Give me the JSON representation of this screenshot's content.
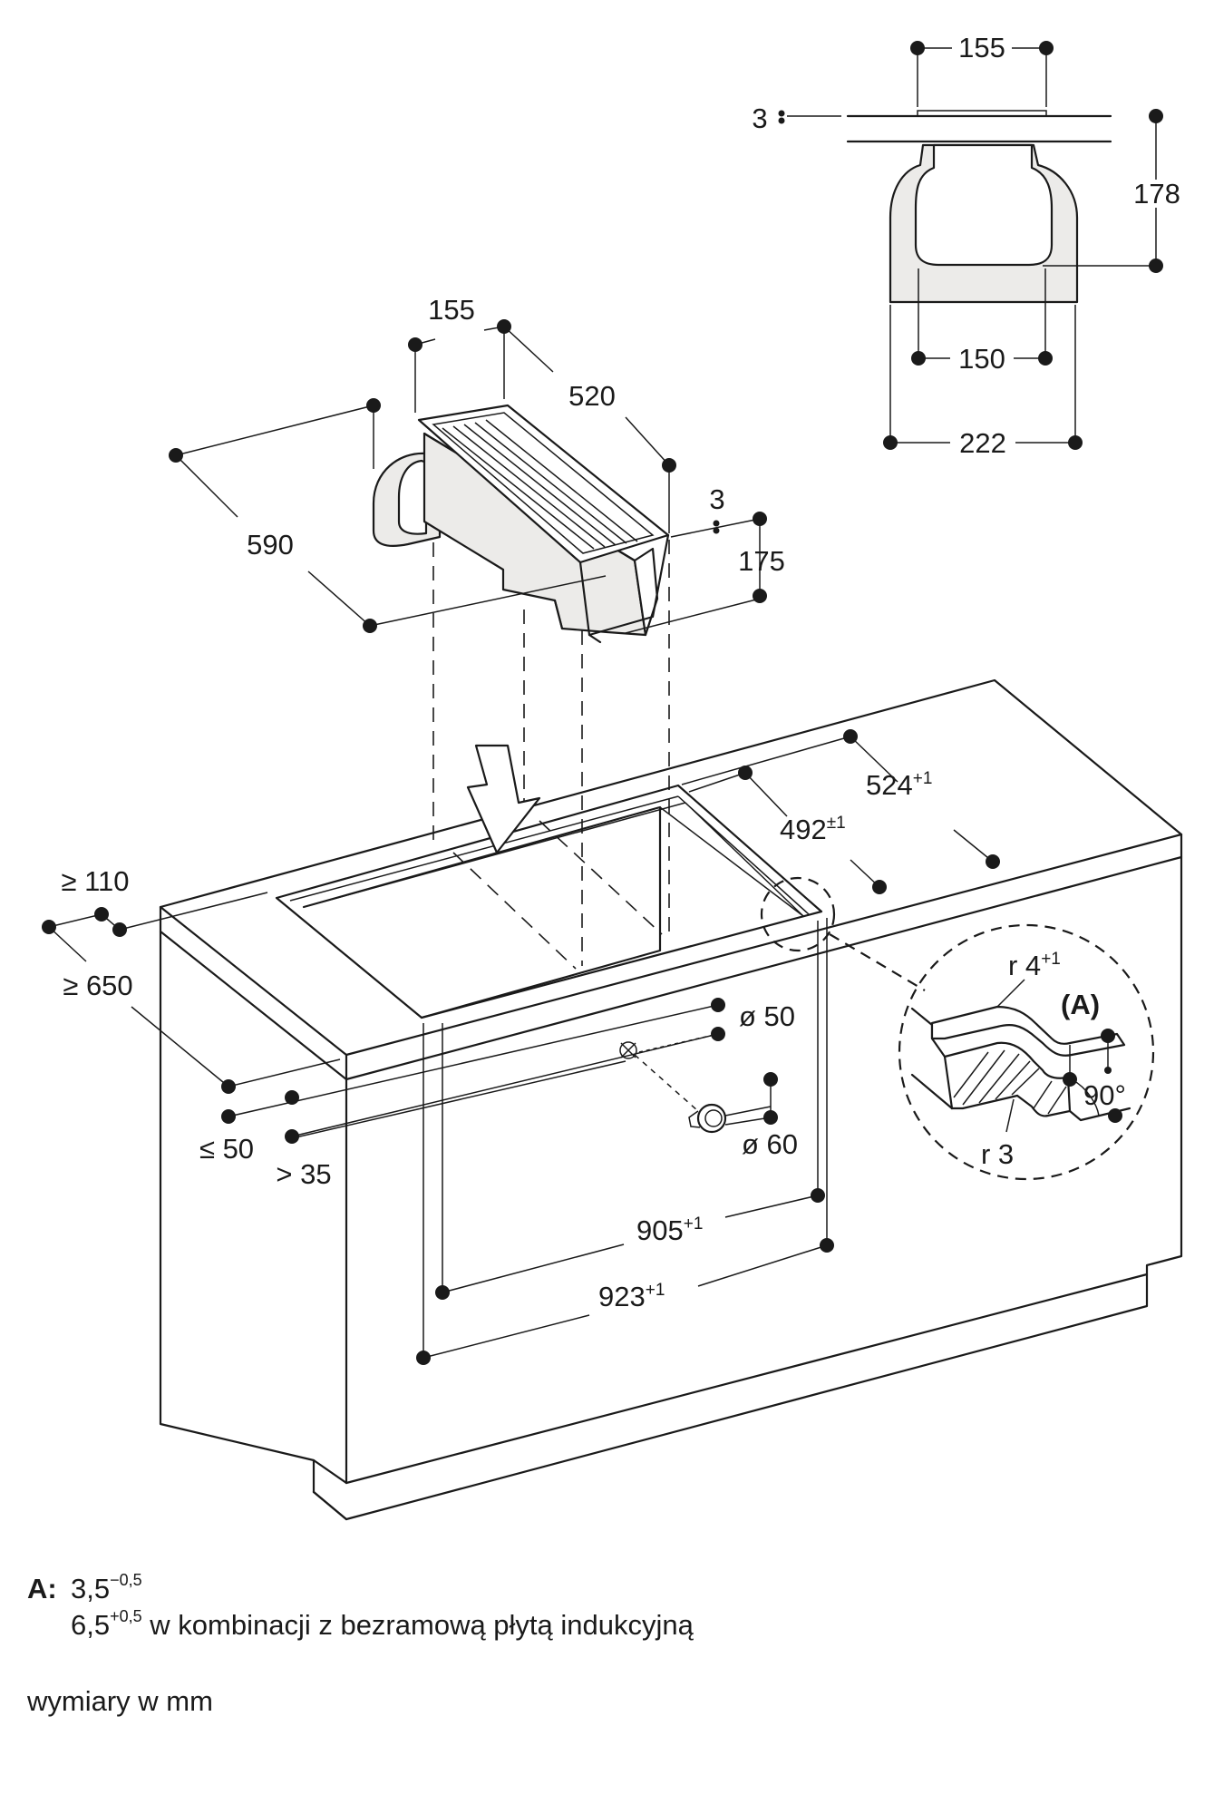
{
  "vent_unit": {
    "width": "155",
    "length": "520",
    "depth": "590",
    "flange": "3",
    "height": "175"
  },
  "section": {
    "top_width": "155",
    "flange": "3",
    "height": "178",
    "inner_width": "150",
    "outer_width": "222"
  },
  "cutout": {
    "depth_outer": "524",
    "depth_outer_tol": "+1",
    "depth_inner": "492",
    "depth_inner_tol": "±1",
    "width_inner": "905",
    "width_inner_tol": "+1",
    "width_outer": "923",
    "width_outer_tol": "+1",
    "front_min": "≥ 110",
    "worktop_min": "≥ 650",
    "pipe_dia_1": "ø 50",
    "pipe_dia_2": "ø 60",
    "below_top": "≤ 50",
    "below_top_2": "> 35"
  },
  "detail": {
    "radius_top": "r 4",
    "radius_top_tol": "+1",
    "label": "(A)",
    "angle": "90°",
    "radius_bottom": "r 3"
  },
  "notes": {
    "a_key": "A:",
    "a_line1_value": "3,5",
    "a_line1_tol": "−0,5",
    "a_line2_value": "6,5",
    "a_line2_tol": "+0,5",
    "a_line2_text": "w kombinacji z bezramową płytą indukcyjną",
    "units": "wymiary w mm"
  }
}
